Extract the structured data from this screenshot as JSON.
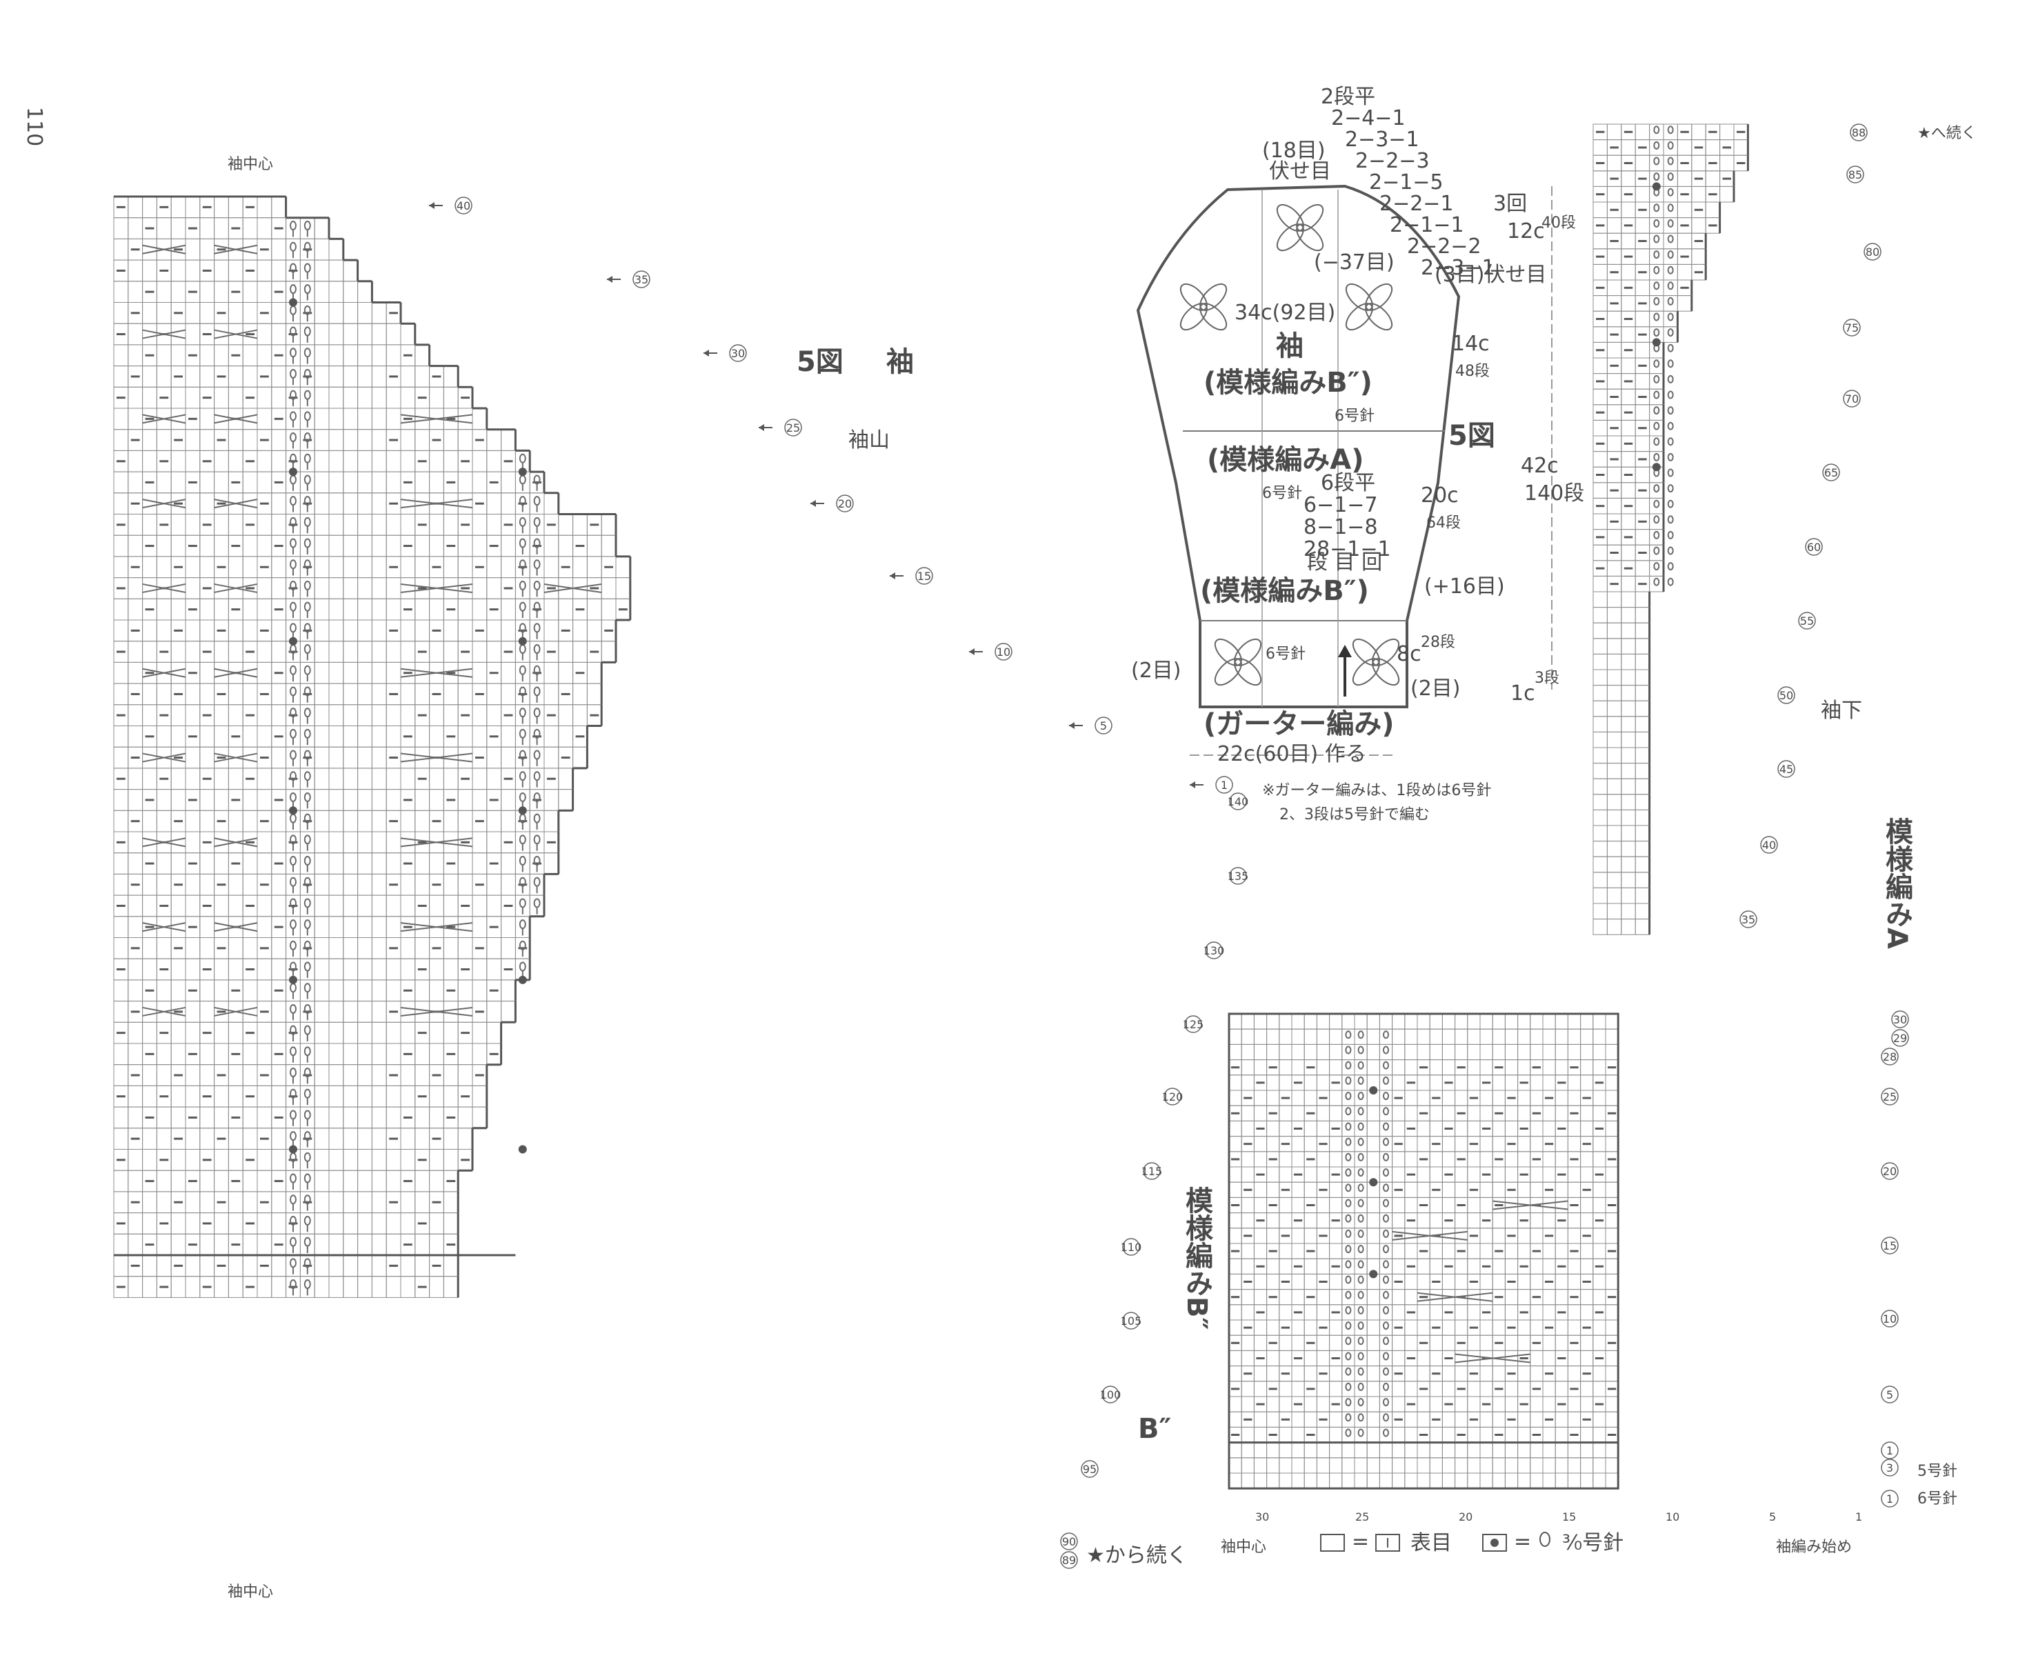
{
  "page_number": "110",
  "titles": {
    "figure": "5図",
    "sleeve": "袖",
    "sleeve_cap": "袖山",
    "sleeve_underarm": "袖下",
    "pattern_a_vertical": "模様編みA",
    "pattern_b_vertical": "模様編みB″",
    "b_marker": "B″"
  },
  "schematic": {
    "decrease_rows": [
      "2段平",
      "2−4−1",
      "2−3−1",
      "2−2−3",
      "2−1−5",
      "2−2−1",
      "2−1−1",
      "2−2−2",
      "2−3−1"
    ],
    "times_note": "3回",
    "bind_top": "(18目)",
    "bind_top_label": "伏せ目",
    "bind_side": "(3目)伏せ目",
    "minus37": "(−37目)",
    "width_top": "34c(92目)",
    "sleeve_label": "袖",
    "pattern_b": "(模様編みB″)",
    "needle6": "6号針",
    "pattern_a": "(模様編みA)",
    "inc_rows": [
      "6段平",
      "6−1−7",
      "8−1−8",
      "28−1−1"
    ],
    "inc_header": "段 目 回",
    "plus16": "(+16目)",
    "pattern_b2": "(模様編みB″)",
    "needle6b": "6号針",
    "two_sts_left": "(2目)",
    "two_sts_right": "(2目)",
    "garter": "(ガーター編み)",
    "cast_on": "22c(60目) 作る",
    "cap_height": "12c",
    "cap_rows": "40段",
    "upper_height": "14c",
    "upper_rows": "48段",
    "lower_height": "20c",
    "lower_rows": "64段",
    "cuff_height": "8c",
    "cuff_rows": "28段",
    "garter_height": "1c",
    "garter_rows": "3段",
    "total_height": "42c",
    "total_rows": "140段",
    "fig_label": "5図",
    "note_line1": "※ガーター編みは、1段めは6号針",
    "note_line2": "2、3段は5号針で編む"
  },
  "cap_chart": {
    "center_label_top": "袖中心",
    "center_label_bottom": "袖中心",
    "continue_from": "★から続く",
    "row_marks_cap": [
      "40",
      "35",
      "30",
      "25",
      "20",
      "15",
      "10",
      "5",
      "1"
    ],
    "row_marks_body": [
      "140",
      "135",
      "130",
      "125",
      "120",
      "115",
      "110",
      "105",
      "100",
      "95",
      "90",
      "89"
    ]
  },
  "underarm_chart": {
    "continue_to": "★へ続く",
    "row_marks": [
      "88",
      "85",
      "80",
      "75",
      "70",
      "65",
      "60",
      "55",
      "50",
      "45",
      "40",
      "35"
    ]
  },
  "cuff_chart": {
    "row_marks": [
      "30",
      "29",
      "28",
      "25",
      "20",
      "15",
      "10",
      "5",
      "1",
      "3",
      "1"
    ],
    "needle_5": "5号針",
    "needle_6": "6号針",
    "col_marks": [
      "30",
      "25",
      "20",
      "15",
      "10",
      "5",
      "1"
    ],
    "center_label": "袖中心",
    "start_label": "袖編み始め"
  },
  "legend": {
    "knit_eq": "= 表目",
    "twist_eq": "= ³⁄₀号針"
  }
}
